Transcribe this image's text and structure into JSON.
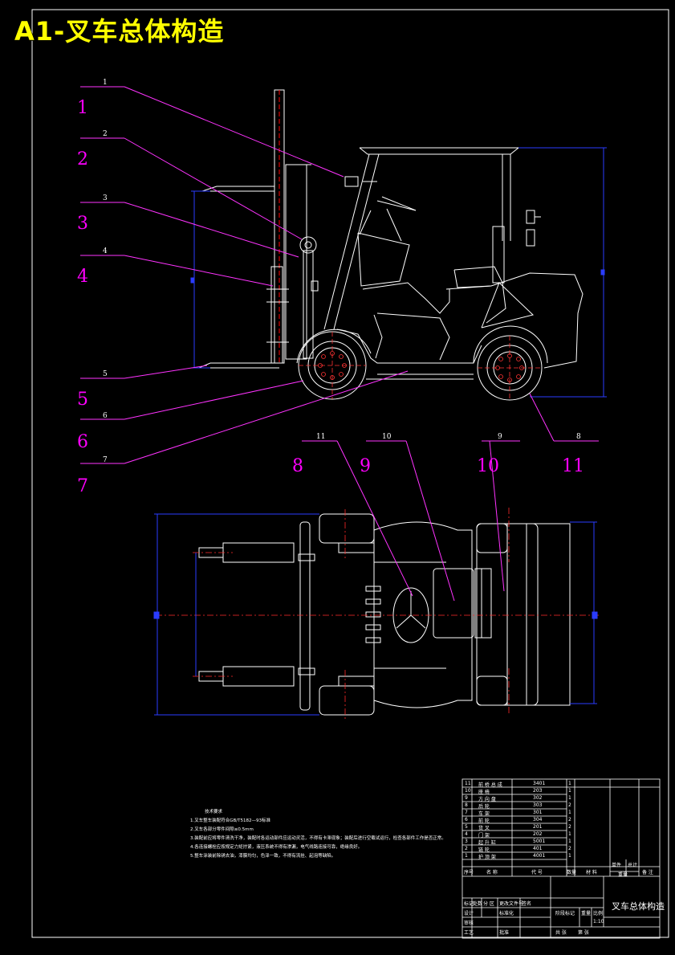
{
  "title": "A1-叉车总体构造",
  "callouts": {
    "small": [
      "1",
      "2",
      "3",
      "4",
      "5",
      "6",
      "7",
      "8",
      "9",
      "10",
      "11"
    ],
    "large": [
      "1",
      "2",
      "3",
      "4",
      "5",
      "6",
      "7",
      "8",
      "9",
      "10",
      "11"
    ]
  },
  "notes": {
    "heading": "技术要求",
    "lines": [
      "1.叉车整车装配符合GB/T5182—93标准",
      "2.叉车各部分零件间隙≤0.5mm",
      "3.装配前应将零件清洗干净，装配时各运动部件应运动灵活，不得有卡滞现象；装配后进行空载试运行，检查各部件工作是否正常。",
      "4.各连接螺栓应按规定力矩拧紧，液压系统不得有渗漏，电气线路连接可靠，绝缘良好。",
      "5.整车涂装前除锈去油，漆膜均匀，色泽一致，不得有流挂、起泡等缺陷。"
    ]
  },
  "parts_table": {
    "rows": [
      {
        "no": "11",
        "name": "前 桥 总 成",
        "code": "3401",
        "qty": "1"
      },
      {
        "no": "10",
        "name": "座 椅",
        "code": "203",
        "qty": "1"
      },
      {
        "no": "9",
        "name": "方 向 盘",
        "code": "302",
        "qty": "1"
      },
      {
        "no": "8",
        "name": "后 轮",
        "code": "303",
        "qty": "2"
      },
      {
        "no": "7",
        "name": "车 架",
        "code": "301",
        "qty": "1"
      },
      {
        "no": "6",
        "name": "前 轮",
        "code": "304",
        "qty": "2"
      },
      {
        "no": "5",
        "name": "货 叉",
        "code": "201",
        "qty": "2"
      },
      {
        "no": "4",
        "name": "门 架",
        "code": "202",
        "qty": "1"
      },
      {
        "no": "3",
        "name": "起 升 缸",
        "code": "5001",
        "qty": "1"
      },
      {
        "no": "2",
        "name": "链 轮",
        "code": "401",
        "qty": "2"
      },
      {
        "no": "1",
        "name": "护 顶 架",
        "code": "4001",
        "qty": "1"
      }
    ],
    "header": {
      "no": "序号",
      "name": "名 称",
      "code": "代 号",
      "qty": "数量",
      "material": "材 料",
      "single": "单件",
      "total": "总计",
      "weight": "重量",
      "remark": "备 注"
    }
  },
  "title_block": {
    "drawing_name": "叉车总体构造",
    "labels": [
      "标记",
      "处数",
      "分 区",
      "更改文件号",
      "签名",
      "设计",
      "标准化",
      "审核",
      "工艺",
      "批准",
      "阶段标记",
      "重量",
      "比例",
      "共 张",
      "第 张"
    ],
    "scale": "1:10"
  }
}
